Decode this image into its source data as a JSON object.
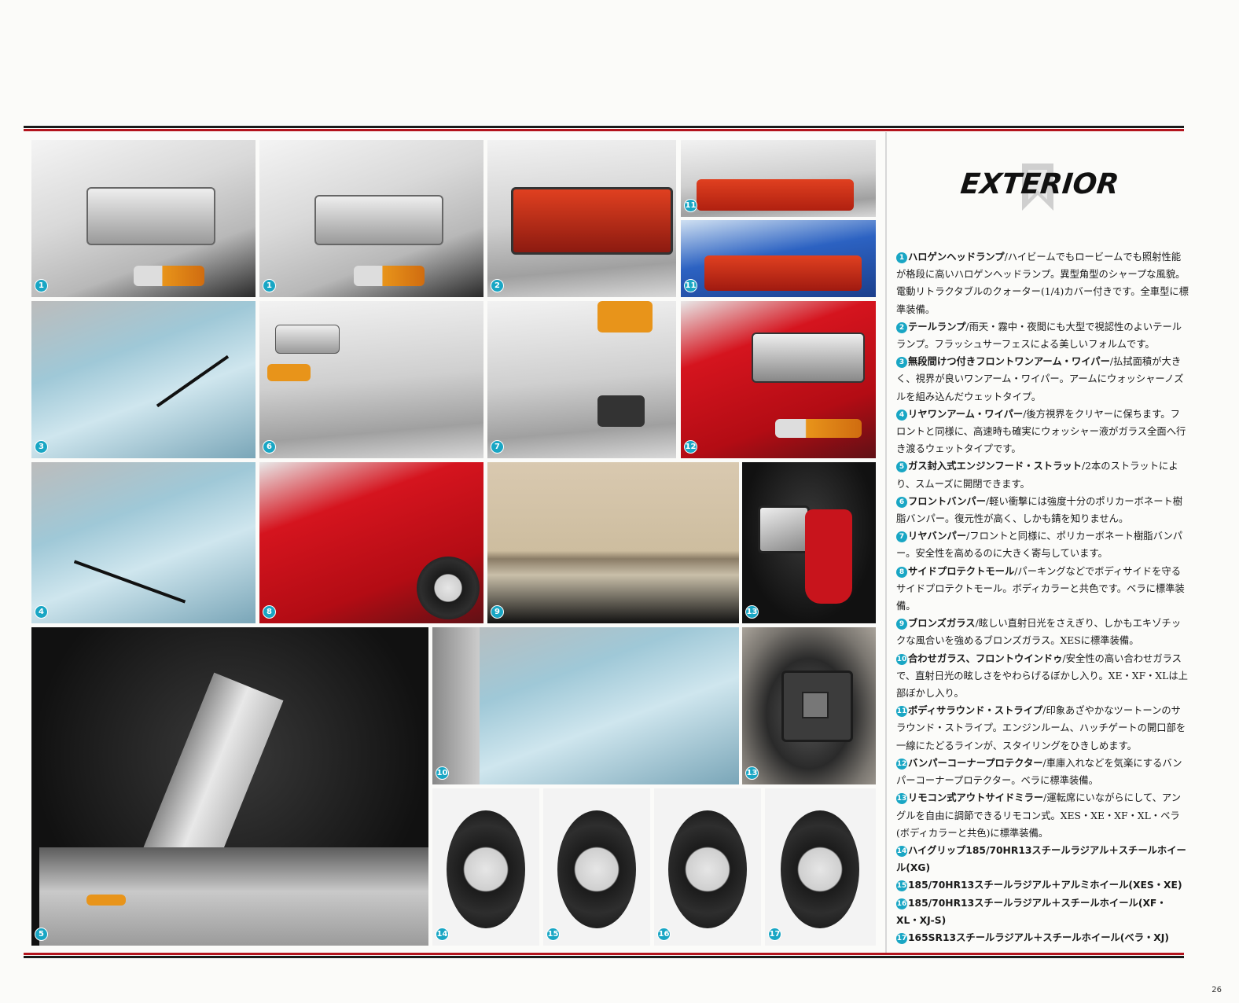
{
  "header": {
    "logo_text": "EXTERIOR"
  },
  "photos": [
    {
      "num": "1"
    },
    {
      "num": "1"
    },
    {
      "num": "2"
    },
    {
      "num": "11"
    },
    {
      "num": "11"
    },
    {
      "num": "3"
    },
    {
      "num": "6"
    },
    {
      "num": "7"
    },
    {
      "num": "12"
    },
    {
      "num": "4"
    },
    {
      "num": "8"
    },
    {
      "num": "9"
    },
    {
      "num": "13"
    },
    {
      "num": "5"
    },
    {
      "num": "10"
    },
    {
      "num": "13"
    },
    {
      "num": "14"
    },
    {
      "num": "15"
    },
    {
      "num": "16"
    },
    {
      "num": "17"
    }
  ],
  "items": [
    {
      "num": "1",
      "title": "ハロゲンヘッドランプ",
      "desc": "/ハイビームでもロービームでも照射性能が格段に高いハロゲンヘッドランプ。異型角型のシャープな風貌。電動リトラクタブルのクォーター(1/4)カバー付きです。全車型に標準装備。"
    },
    {
      "num": "2",
      "title": "テールランプ",
      "desc": "/雨天・霧中・夜間にも大型で視認性のよいテールランプ。フラッシュサーフェスによる美しいフォルムです。"
    },
    {
      "num": "3",
      "title": "無段間けつ付きフロントワンアーム・ワイパー",
      "desc": "/払拭面積が大きく、視界が良いワンアーム・ワイパー。アームにウォッシャーノズルを組み込んだウェットタイプ。"
    },
    {
      "num": "4",
      "title": "リヤワンアーム・ワイパー",
      "desc": "/後方視界をクリヤーに保ちます。フロントと同様に、高速時も確実にウォッシャー液がガラス全面へ行き渡るウェットタイプです。"
    },
    {
      "num": "5",
      "title": "ガス封入式エンジンフード・ストラット",
      "desc": "/2本のストラットにより、スムーズに開閉できます。"
    },
    {
      "num": "6",
      "title": "フロントバンパー",
      "desc": "/軽い衝撃には強度十分のポリカーボネート樹脂バンパー。復元性が高く、しかも錆を知りません。"
    },
    {
      "num": "7",
      "title": "リヤバンパー",
      "desc": "/フロントと同様に、ポリカーボネート樹脂バンパー。安全性を高めるのに大きく寄与しています。"
    },
    {
      "num": "8",
      "title": "サイドプロテクトモール",
      "desc": "/パーキングなどでボディサイドを守るサイドプロテクトモール。ボディカラーと共色です。ベラに標準装備。"
    },
    {
      "num": "9",
      "title": "ブロンズガラス",
      "desc": "/眩しい直射日光をさえぎり、しかもエキゾチックな風合いを強めるブロンズガラス。XESに標準装備。"
    },
    {
      "num": "10",
      "title": "合わせガラス、フロントウインドゥ",
      "desc": "/安全性の高い合わせガラスで、直射日光の眩しさをやわらげるぼかし入り。XE・XF・XLは上部ぼかし入り。"
    },
    {
      "num": "11",
      "title": "ボディサラウンド・ストライプ",
      "desc": "/印象あざやかなツートーンのサラウンド・ストライプ。エンジンルーム、ハッチゲートの開口部を一線にたどるラインが、スタイリングをひきしめます。"
    },
    {
      "num": "12",
      "title": "バンパーコーナープロテクター",
      "desc": "/車庫入れなどを気楽にするバンパーコーナープロテクター。ベラに標準装備。"
    },
    {
      "num": "13",
      "title": "リモコン式アウトサイドミラー",
      "desc": "/運転席にいながらにして、アングルを自由に調節できるリモコン式。XES・XE・XF・XL・ベラ(ボディカラーと共色)に標準装備。"
    },
    {
      "num": "14",
      "title": "ハイグリップ185/70HR13スチールラジアル＋スチールホイール(XG)",
      "desc": ""
    },
    {
      "num": "15",
      "title": "185/70HR13スチールラジアル＋アルミホイール(XES・XE)",
      "desc": ""
    },
    {
      "num": "16",
      "title": "185/70HR13スチールラジアル＋スチールホイール(XF・XL・XJ-S)",
      "desc": ""
    },
    {
      "num": "17",
      "title": "165SR13スチールラジアル＋スチールホイール(ベラ・XJ)",
      "desc": ""
    }
  ],
  "page_number": "26"
}
